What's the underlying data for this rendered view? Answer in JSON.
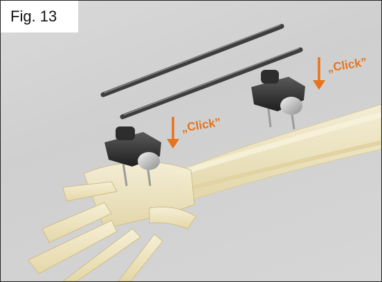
{
  "figure": {
    "label": "Fig. 13",
    "annotations": [
      {
        "text": "„Click”"
      },
      {
        "text": "„Click”"
      }
    ]
  },
  "colors": {
    "arrow": "#e8731c",
    "rod": "#4a4a4a",
    "bone": "#efe6c4",
    "background": "#d3d3d3"
  }
}
